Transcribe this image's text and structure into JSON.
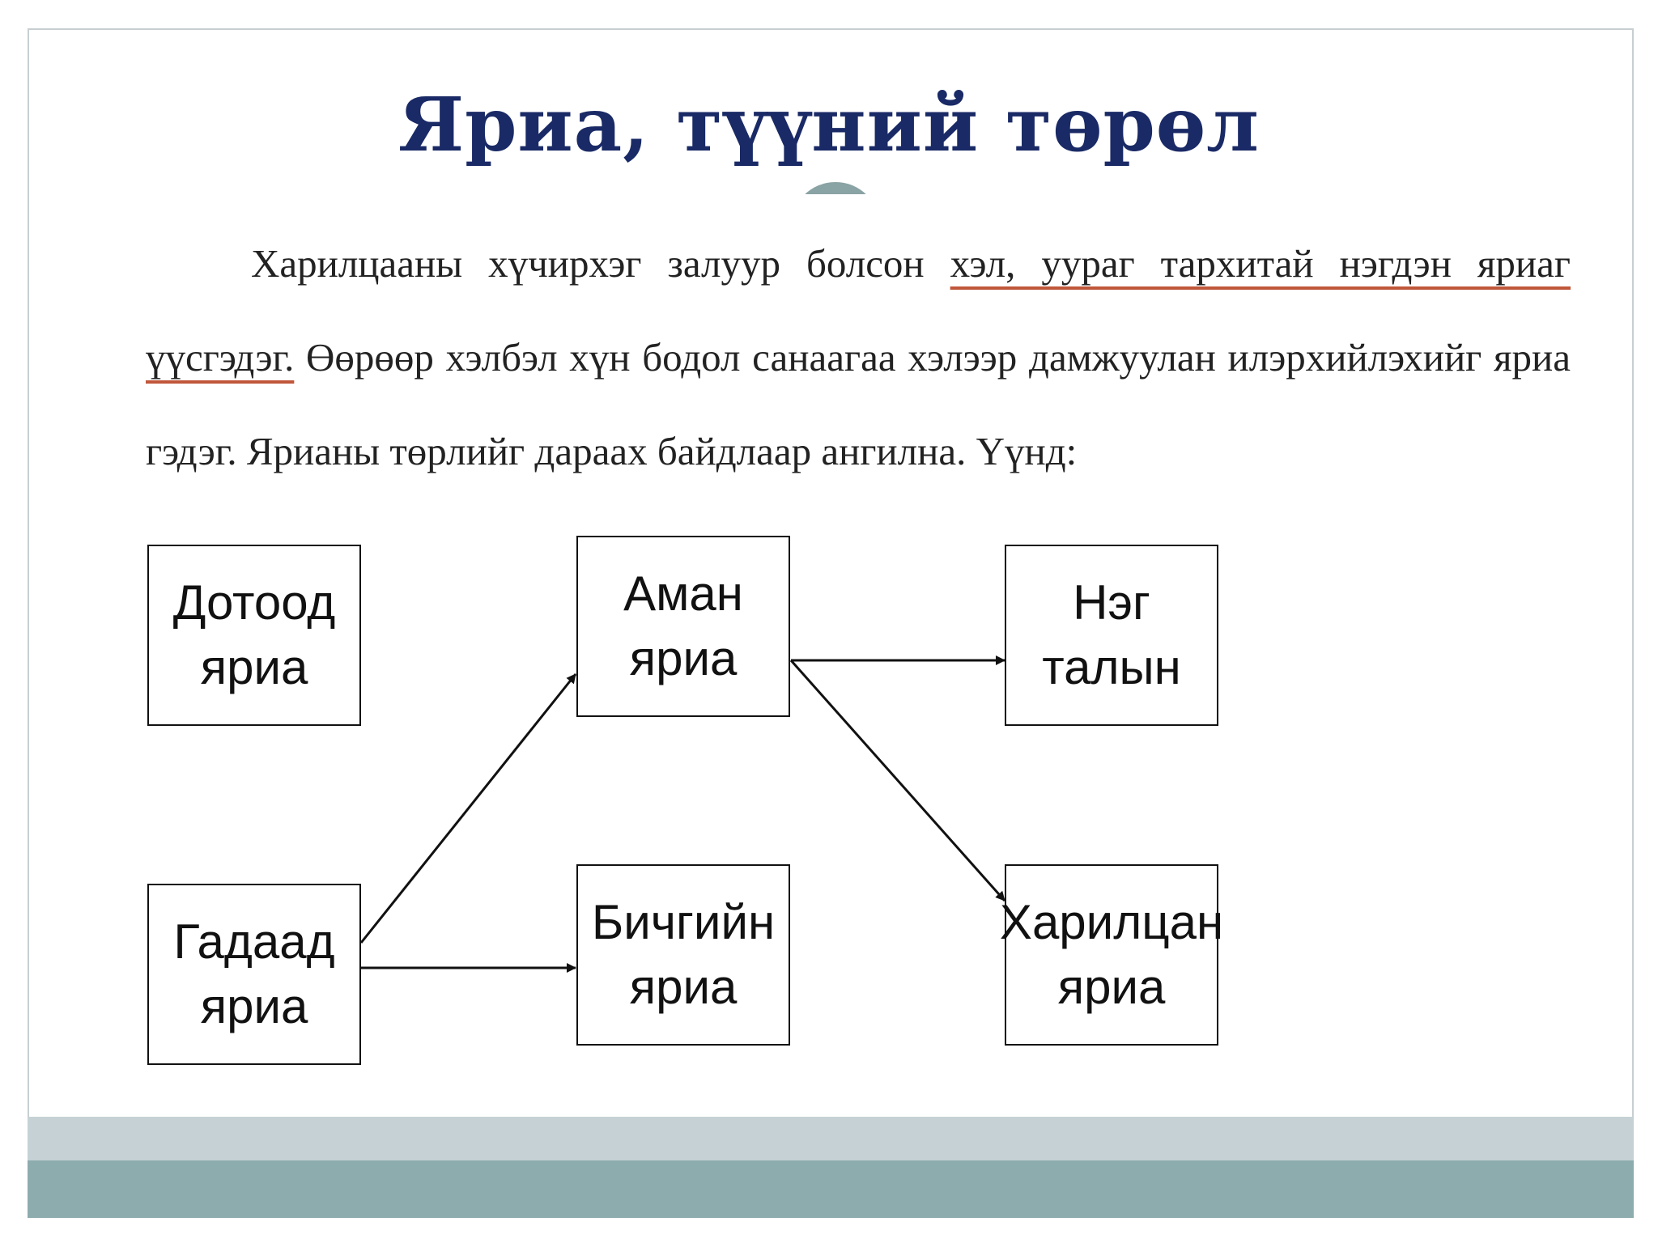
{
  "slide": {
    "title": "Яриа, түүний төрөл"
  },
  "paragraph": {
    "part1": "Харилцааны хүчирхэг залуур болсон ",
    "underlined": "хэл, ууpаг тархитай нэгдэн яриаг үүсгэдэг.",
    "part2": " Өөрөөр хэлбэл хүн бодол санаагаа хэлээр дамжуулан илэрхийлэхийг яриа гэдэг. Ярианы төрлийг дараах байдлаар ангилна. Үүнд:"
  },
  "diagram": {
    "nodes": {
      "inner": {
        "line1": "Дотоод",
        "line2": "яриа"
      },
      "outer": {
        "line1": "Гадаад",
        "line2": "яриа"
      },
      "oral": {
        "line1": "Аман",
        "line2": "яриа"
      },
      "written": {
        "line1": "Бичгийн",
        "line2": "яриа"
      },
      "oneway": {
        "line1": "Нэг",
        "line2": "талын"
      },
      "dialog": {
        "line1": "Харилцан",
        "line2": "яриа"
      }
    },
    "edges": [
      {
        "from": "outer",
        "to": "oral"
      },
      {
        "from": "outer",
        "to": "written"
      },
      {
        "from": "oral",
        "to": "oneway"
      },
      {
        "from": "oral",
        "to": "dialog"
      }
    ]
  },
  "colors": {
    "title": "#1a2a66",
    "underline": "#c0563a",
    "band_light": "#c5d1d5",
    "band_dark": "#8dacad"
  }
}
